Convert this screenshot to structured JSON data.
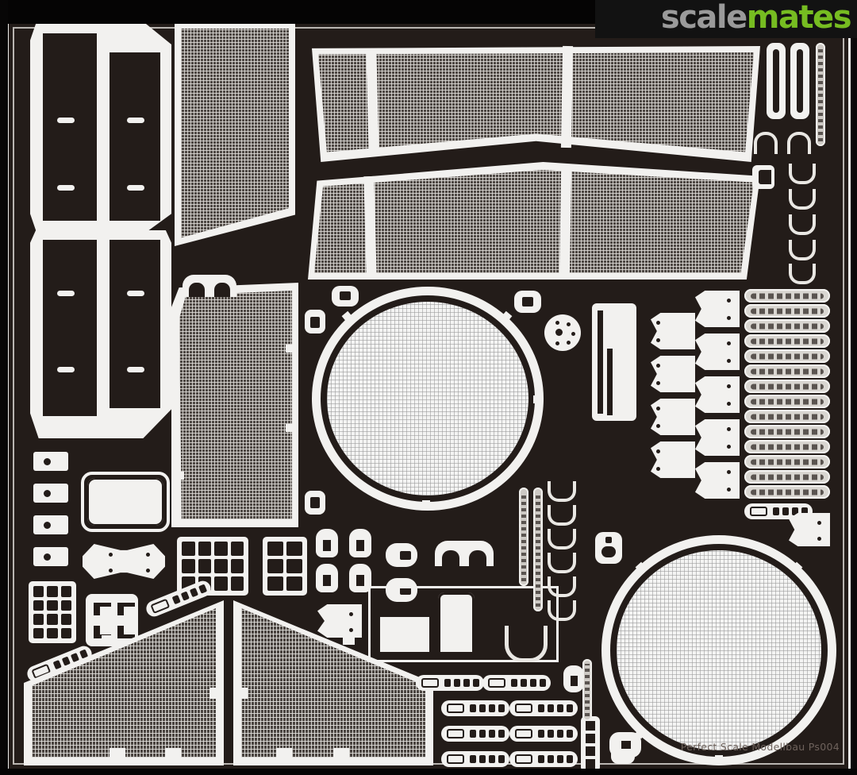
{
  "image": {
    "subject": "Photo-etched detail set fret",
    "background_color": "#0a0808",
    "fret_color": "#231c19",
    "metal_color": "#f2f1ef"
  },
  "watermark": {
    "part_a": "scale",
    "part_b": "mates",
    "color_a": "#9a9a9a",
    "color_b": "#76bc21"
  },
  "credit": {
    "text": "Perfect Scale Modellbau Ps004"
  },
  "parts": {
    "mesh_panels_top": [
      "grille-panel-left",
      "grille-panel-right"
    ],
    "mesh_panels_side": [
      "side-screen-upper",
      "side-screen-lower"
    ],
    "mesh_panels_bottom": [
      "triangular-screen-left",
      "triangular-screen-right"
    ],
    "rings": [
      "large-ring-upper",
      "large-ring-lower"
    ],
    "strip_count": 17,
    "bracket_count": 10,
    "tag_count": 9
  }
}
